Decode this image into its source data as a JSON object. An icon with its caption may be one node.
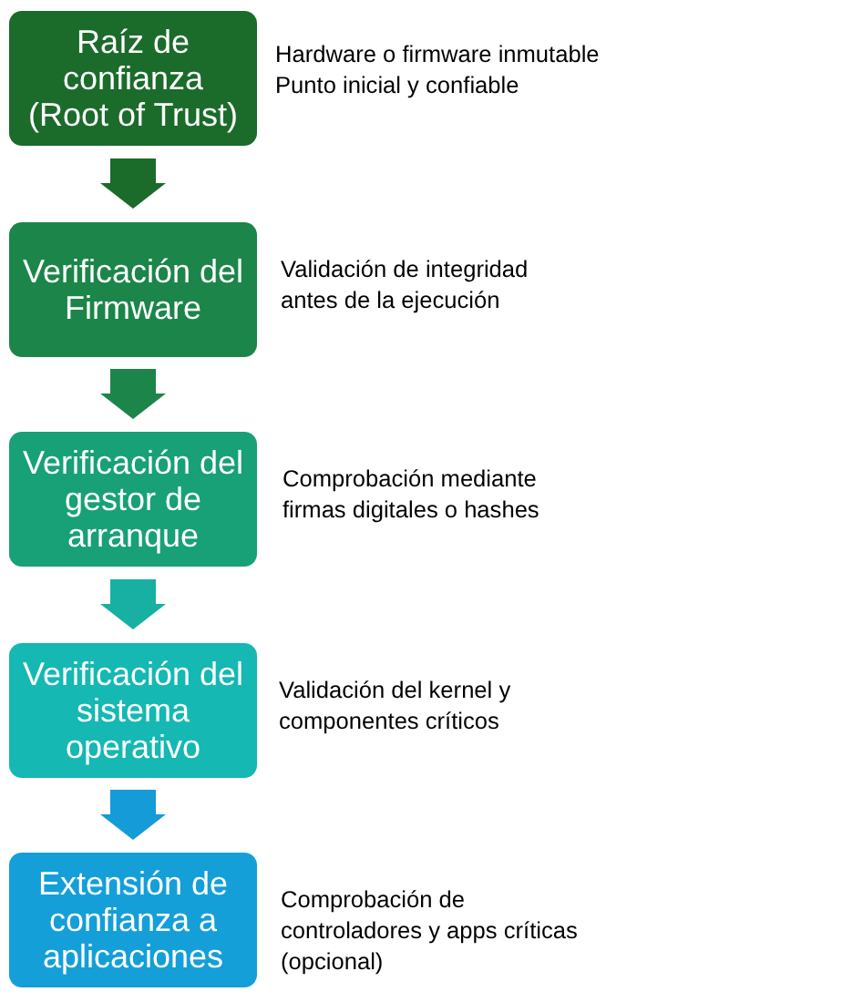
{
  "diagram": {
    "nodes": [
      {
        "text": [
          "Raíz de confianza (Root of Trust)"
        ],
        "beside": [
          "Hardware o firmware inmutable",
          "Punto inicial y confiable"
        ]
      },
      {
        "text": [
          "Verificación del Firmware"
        ],
        "beside": [
          "Validación de integridad antes de la ejecución"
        ]
      },
      {
        "text": [
          "Verificación del gestor de arranque"
        ],
        "beside": [
          "Comprobación mediante firmas digitales o hashes"
        ]
      },
      {
        "text": [
          "Verificación del sistema operativo"
        ],
        "beside": [
          "Validación del kernel y componentes críticos"
        ]
      },
      {
        "text": [
          "Extensión de confianza a aplicaciones"
        ],
        "beside": [
          "Comprobación de controladores y apps críticas (opcional)"
        ]
      }
    ],
    "edges": [
      {
        "from": 0,
        "to": 1,
        "arrow": "to",
        "color": "#1b6b2b"
      },
      {
        "from": 1,
        "to": 2,
        "arrow": "to",
        "color": "#1c8549"
      },
      {
        "from": 2,
        "to": 3,
        "arrow": "to",
        "color": "#17b0a2"
      },
      {
        "from": 3,
        "to": 4,
        "arrow": "to",
        "color": "#149bd8"
      }
    ]
  }
}
